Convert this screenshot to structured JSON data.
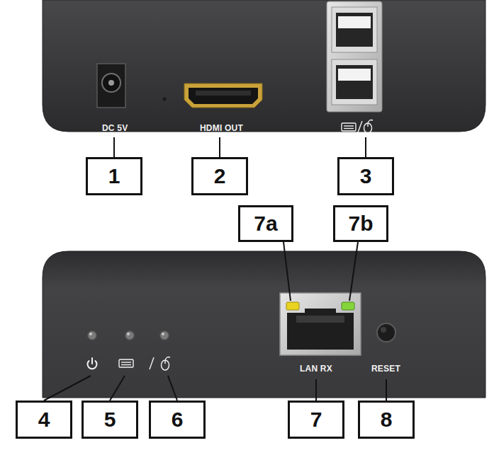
{
  "diagram": {
    "nodes": [
      {
        "text": [
          "1"
        ]
      },
      {
        "text": [
          "2"
        ]
      },
      {
        "text": [
          "3"
        ]
      },
      {
        "text": [
          "7a"
        ]
      },
      {
        "text": [
          "7b"
        ]
      },
      {
        "text": [
          "4"
        ]
      },
      {
        "text": [
          "5"
        ]
      },
      {
        "text": [
          "6"
        ]
      },
      {
        "text": [
          "7"
        ]
      },
      {
        "text": [
          "8"
        ]
      }
    ],
    "labels": [
      "DC 5V",
      "HDMI OUT",
      "LAN RX",
      "RESET"
    ]
  }
}
